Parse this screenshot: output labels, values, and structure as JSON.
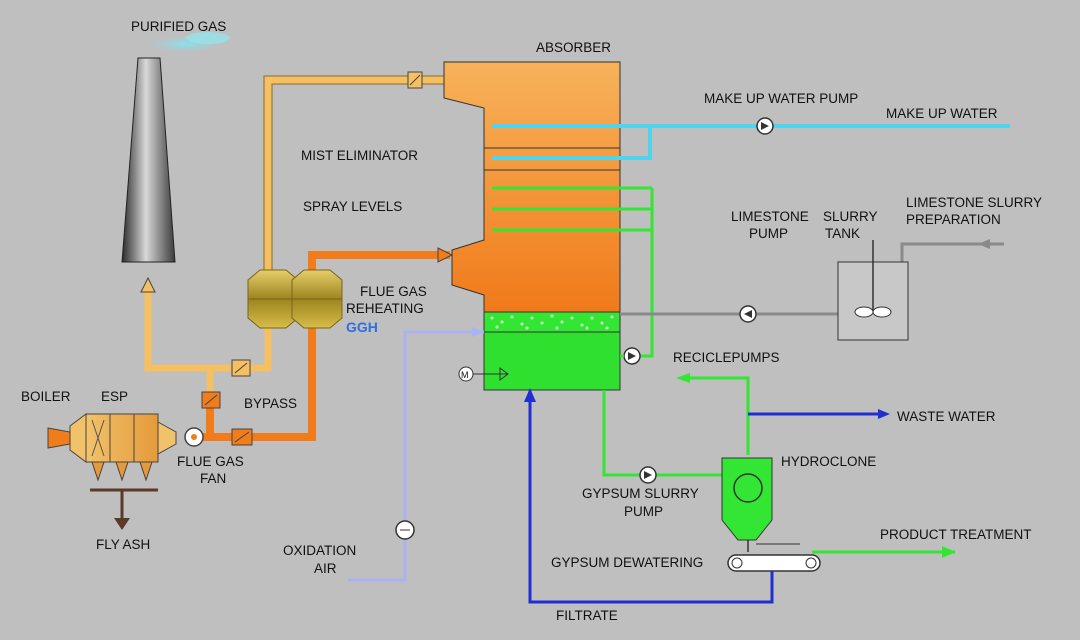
{
  "labels": {
    "purified_gas": "PURIFIED GAS",
    "absorber": "ABSORBER",
    "make_up_water_pump": "MAKE UP WATER PUMP",
    "make_up_water": "MAKE UP WATER",
    "mist_eliminator": "MIST ELIMINATOR",
    "spray_levels": "SPRAY LEVELS",
    "limestone_slurry_pump_1": "LIMESTONE",
    "limestone_slurry_pump_2": "PUMP",
    "slurry_tank_1": "SLURRY",
    "slurry_tank_2": "TANK",
    "limestone_slurry_preparation_1": "LIMESTONE SLURRY",
    "limestone_slurry_preparation_2": "PREPARATION",
    "flue_gas_reheating_1": "FLUE GAS",
    "flue_gas_reheating_2": "REHEATING",
    "ggh": "GGH",
    "recicle_pumps": "RECICLEPUMPS",
    "boiler": "BOILER",
    "esp": "ESP",
    "bypass": "BYPASS",
    "flue_gas_fan_1": "FLUE GAS",
    "flue_gas_fan_2": "FAN",
    "waste_water": "WASTE WATER",
    "hydroclone": "HYDROCLONE",
    "gypsum_slurry_pump_1": "GYPSUM SLURRY",
    "gypsum_slurry_pump_2": "PUMP",
    "fly_ash": "FLY ASH",
    "oxidation_air_1": "OXIDATION",
    "oxidation_air_2": "AIR",
    "product_treatment": "PRODUCT TREATMENT",
    "gypsum_dewatering": "GYPSUM DEWATERING",
    "filtrate": "FILTRATE",
    "motor": "M"
  },
  "colors": {
    "background": "#bfbfbf",
    "flue_gas": "#f07c1c",
    "clean_gas": "#f5c062",
    "make_up_water": "#4fd3ee",
    "slurry": "#33e633",
    "filtrate": "#1f2fd1",
    "oxidation_air": "#a9b3f2",
    "limestone_feed": "#8a8a8a",
    "ggh_body": "#c8a82a"
  }
}
